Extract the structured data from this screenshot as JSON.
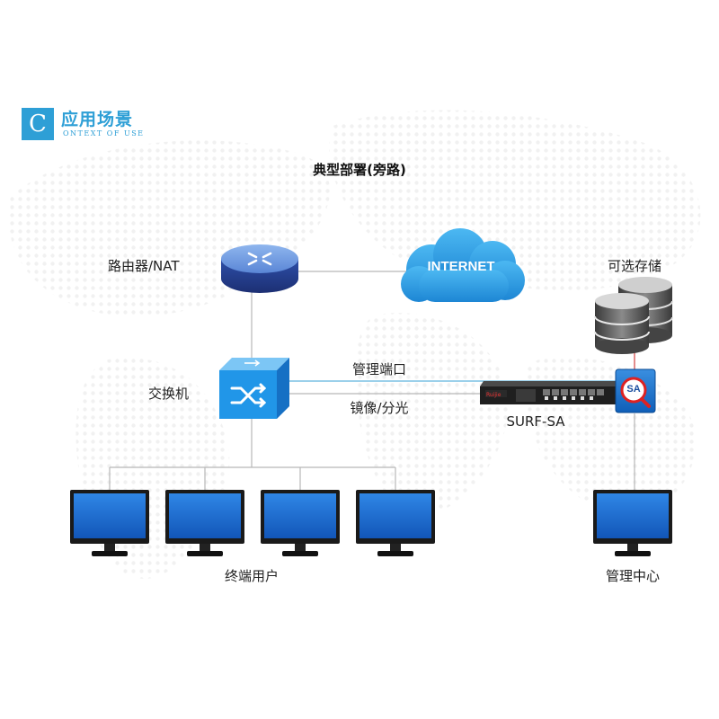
{
  "header": {
    "logo_letter": "C",
    "title": "应用场景",
    "subtitle": "ONTEXT OF USE"
  },
  "diagram": {
    "title": "典型部署(旁路)",
    "router_label": "路由器/NAT",
    "internet_label": "INTERNET",
    "storage_label": "可选存储",
    "switch_label": "交换机",
    "mgmt_port_label": "管理端口",
    "mirror_label": "镜像/分光",
    "appliance_label": "SURF-SA",
    "appliance_badge": "SA",
    "endpoints_label": "终端用户",
    "mgmt_center_label": "管理中心"
  },
  "colors": {
    "accent": "#2e9fd6",
    "router_blue": "#27408b",
    "cloud_blue": "#2b9fe0",
    "switch_blue": "#1f8fe0",
    "line_gray": "#b8b8b8",
    "port_line_blue": "#5fb3de",
    "storage_gray": "#555555",
    "appliance_dark": "#222222",
    "screen_blue": "#1f6fd0"
  },
  "icons": [
    "router-icon",
    "internet-cloud-icon",
    "storage-icon",
    "switch-icon",
    "appliance-icon",
    "sa-badge-icon",
    "monitor-icon"
  ]
}
